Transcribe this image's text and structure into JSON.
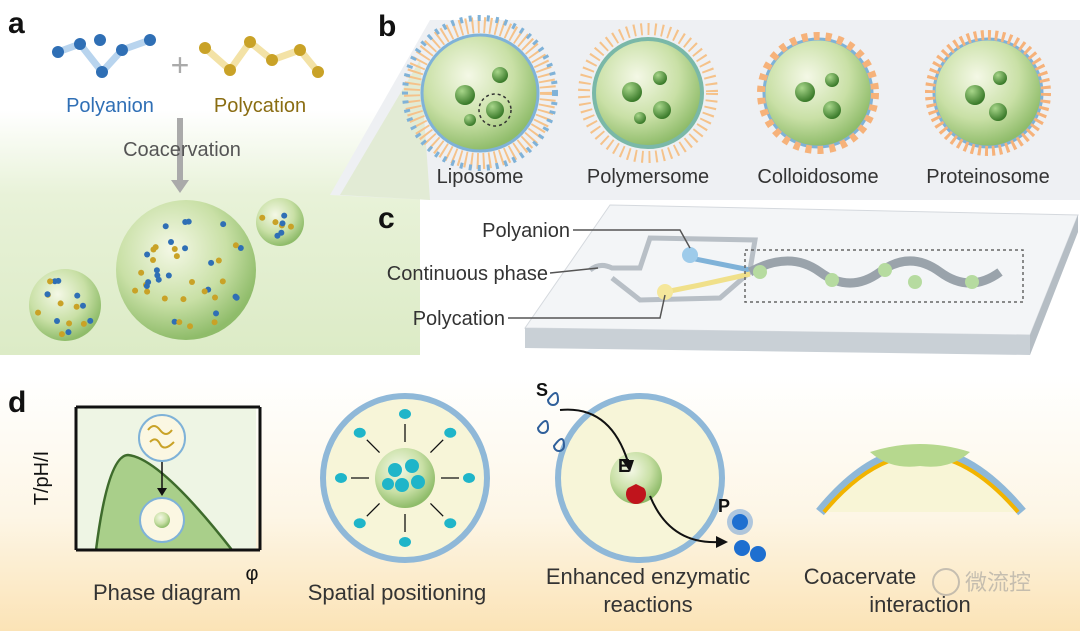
{
  "panels": {
    "a": "a",
    "b": "b",
    "c": "c",
    "d": "d"
  },
  "panel_a": {
    "polyanion": "Polyanion",
    "polycation": "Polycation",
    "process": "Coacervation",
    "anion_color": "#2f6fb5",
    "cation_color": "#c9a227"
  },
  "panel_b": {
    "items": [
      "Liposome",
      "Polymersome",
      "Colloidosome",
      "Proteinosome"
    ]
  },
  "panel_c": {
    "polyanion": "Polyanion",
    "continuous": "Continuous phase",
    "polycation": "Polycation"
  },
  "panel_d": {
    "y_axis": "T/pH/I",
    "x_axis": "φ",
    "labels": {
      "phase": "Phase diagram",
      "spatial": "Spatial positioning",
      "enz1": "Enhanced enzymatic",
      "enz2": "reactions",
      "mem1": "Coacervate",
      "mem2": "interaction"
    },
    "substrate": "S",
    "enzyme": "E",
    "product": "P"
  },
  "watermark": "微流控"
}
